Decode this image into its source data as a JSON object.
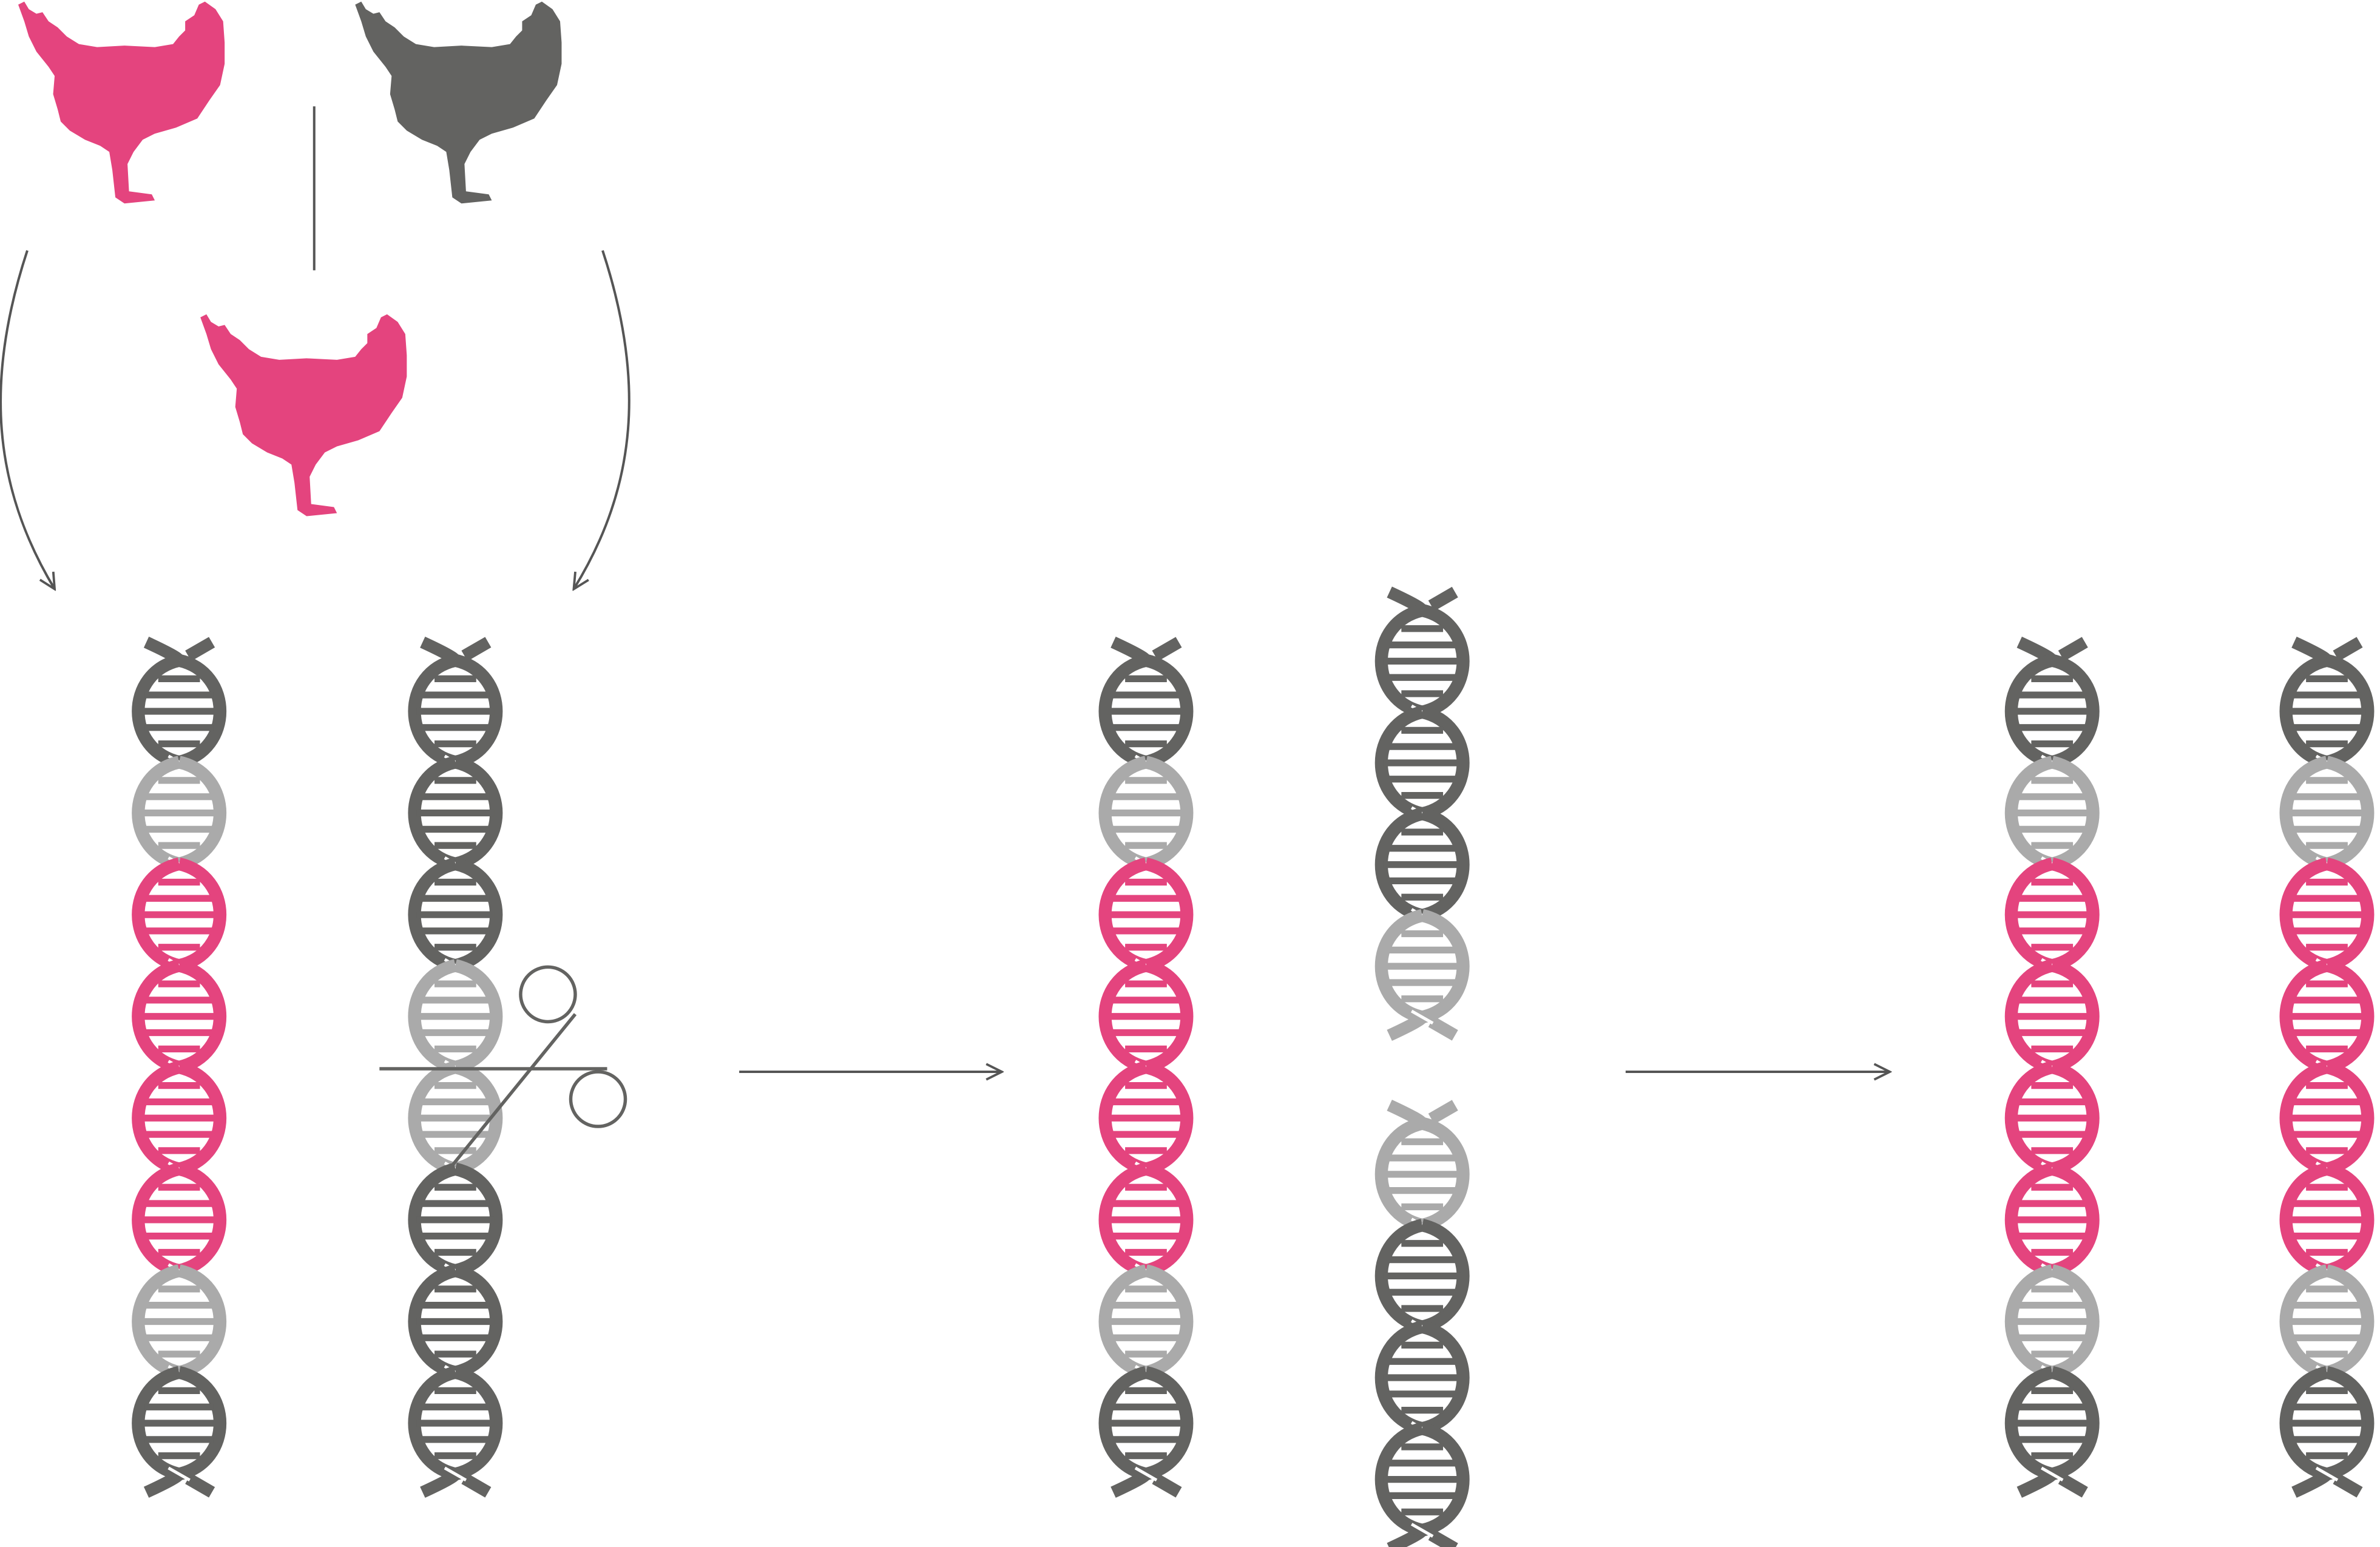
{
  "colors": {
    "pink": "#e4447e",
    "dark": "#636361",
    "light": "#aaaaaa",
    "line": "#555555"
  },
  "chickens": [
    {
      "role": "parent-1",
      "color": "pink"
    },
    {
      "role": "parent-2",
      "color": "dark"
    },
    {
      "role": "offspring",
      "color": "pink"
    }
  ],
  "icons": [
    "chicken-icon",
    "dna-helix-icon",
    "scissors-icon",
    "arrow-right-icon"
  ],
  "helices": [
    {
      "id": "parent-1-dna",
      "segments": [
        "dark",
        "light",
        "pink",
        "pink",
        "pink",
        "pink",
        "light",
        "dark"
      ]
    },
    {
      "id": "parent-2-dna-cut",
      "segments": [
        "dark",
        "dark",
        "dark",
        "light",
        "light",
        "dark",
        "dark",
        "dark"
      ]
    },
    {
      "id": "step-2-dna",
      "segments": [
        "dark",
        "light",
        "pink",
        "pink",
        "pink",
        "pink",
        "light",
        "dark"
      ]
    },
    {
      "id": "fragment-upper",
      "segments": [
        "dark",
        "dark",
        "dark",
        "light"
      ]
    },
    {
      "id": "fragment-lower",
      "segments": [
        "light",
        "dark",
        "dark",
        "dark"
      ]
    },
    {
      "id": "result-dna-1",
      "segments": [
        "dark",
        "light",
        "pink",
        "pink",
        "pink",
        "pink",
        "light",
        "dark"
      ]
    },
    {
      "id": "result-dna-2",
      "segments": [
        "dark",
        "light",
        "pink",
        "pink",
        "pink",
        "pink",
        "light",
        "dark"
      ]
    }
  ]
}
